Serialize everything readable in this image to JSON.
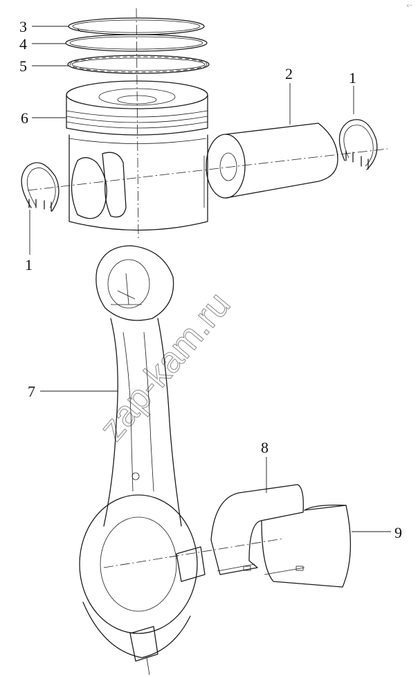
{
  "diagram": {
    "callouts": [
      "1",
      "2",
      "3",
      "4",
      "5",
      "6",
      "1",
      "7",
      "8",
      "9"
    ],
    "watermark": "zap-kam.ru",
    "corner_mark": "ᶜ⁻"
  }
}
